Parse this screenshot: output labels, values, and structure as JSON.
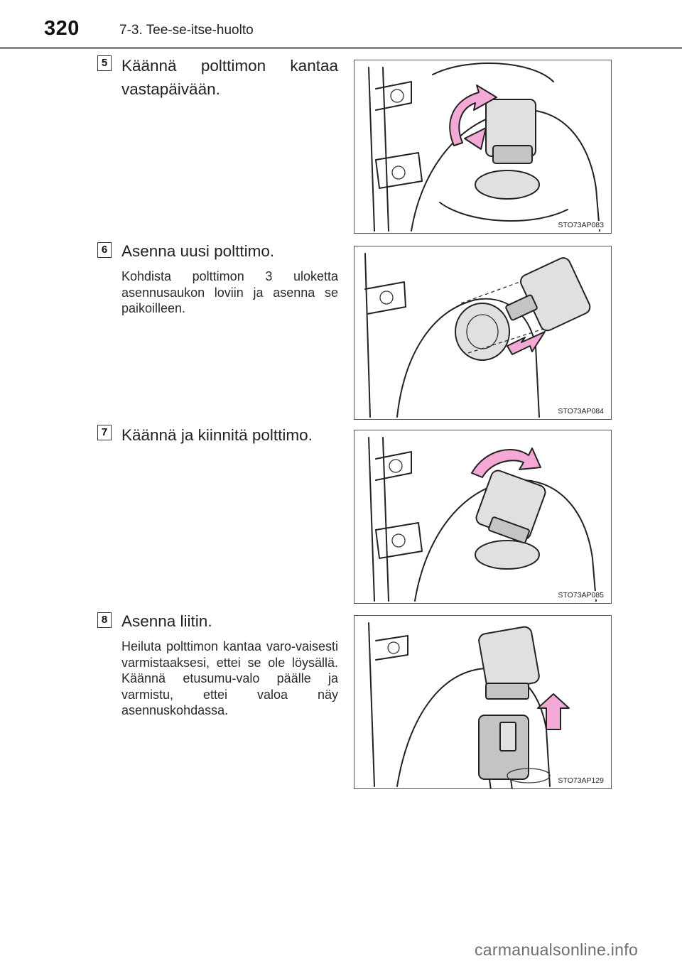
{
  "header": {
    "page_number": "320",
    "section": "7-3. Tee-se-itse-huolto"
  },
  "steps": [
    {
      "number": "5",
      "title_line1": "Käännä polttimon kantaa",
      "title_line2": "vastapäivään.",
      "figure_code": "STO73AP083"
    },
    {
      "number": "6",
      "title": "Asenna uusi polttimo.",
      "description": "Kohdista polttimon 3 uloketta asennusaukon loviin ja asenna se paikoilleen.",
      "figure_code": "STO73AP084"
    },
    {
      "number": "7",
      "title": "Käännä ja kiinnitä polttimo.",
      "figure_code": "STO73AP085"
    },
    {
      "number": "8",
      "title": "Asenna liitin.",
      "description": "Heiluta polttimon kantaa varo-vaisesti varmistaaksesi, ettei se ole löysällä. Käännä etusumu-valo päälle ja varmistu, ettei valoa näy asennuskohdassa.",
      "figure_code": "STO73AP129"
    }
  ],
  "watermark": "carmanualsonline.info",
  "colors": {
    "arrow": "#f3a8d6",
    "rule": "#8c8c8c"
  }
}
